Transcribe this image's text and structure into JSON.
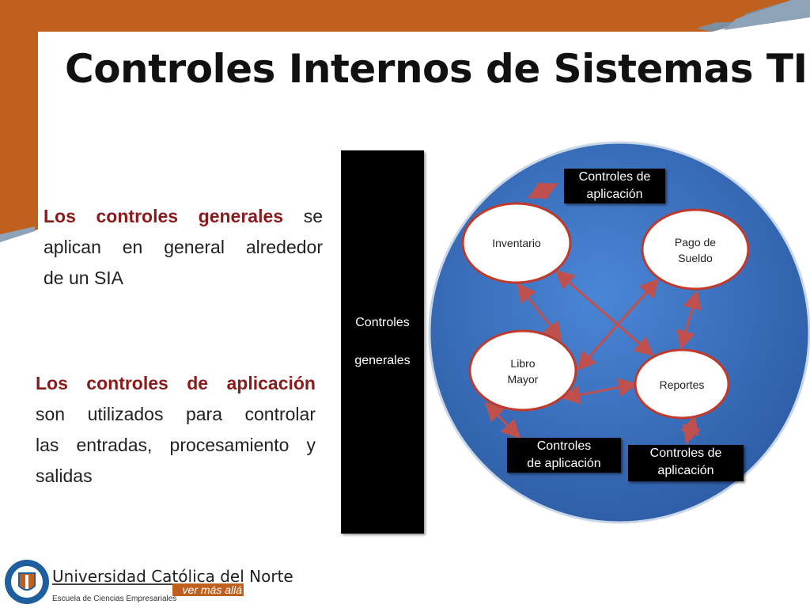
{
  "title": "Controles Internos de Sistemas TI",
  "paragraph_1": {
    "lead": "Los controles generales",
    "rest_line1": "se",
    "line2": "aplican en general alrededor",
    "line3": "de un SIA"
  },
  "paragraph_2": {
    "lead": "Los controles de aplicación",
    "line2": "son utilizados para controlar",
    "line3": "las entradas, procesamiento y",
    "line4": "salidas"
  },
  "black_bar": {
    "line1": "Controles",
    "line2": "generales"
  },
  "modules": {
    "inventario": "Inventario",
    "pago_line1": "Pago de",
    "pago_line2": "Sueldo",
    "libro_line1": "Libro",
    "libro_line2": "Mayor",
    "reportes": "Reportes"
  },
  "app_controls": {
    "top_line1": "Controles de",
    "top_line2": "aplicación",
    "bottom_left_line1": "Controles",
    "bottom_left_line2": "de aplicación",
    "bottom_right_line1": "Controles de",
    "bottom_right_line2": "aplicación"
  },
  "logo": {
    "university": "Universidad Católica del Norte",
    "tagline": "ver más allá",
    "school": "Escuela de Ciencias Empresariales"
  },
  "colors": {
    "accent_orange": "#c0601f",
    "steel_blue": "#7b8fa3",
    "circle_blue": "#3a6fc0",
    "ellipse_border": "#c0392b",
    "arrow": "#c0504d",
    "heading_red": "#8b1a1a"
  }
}
